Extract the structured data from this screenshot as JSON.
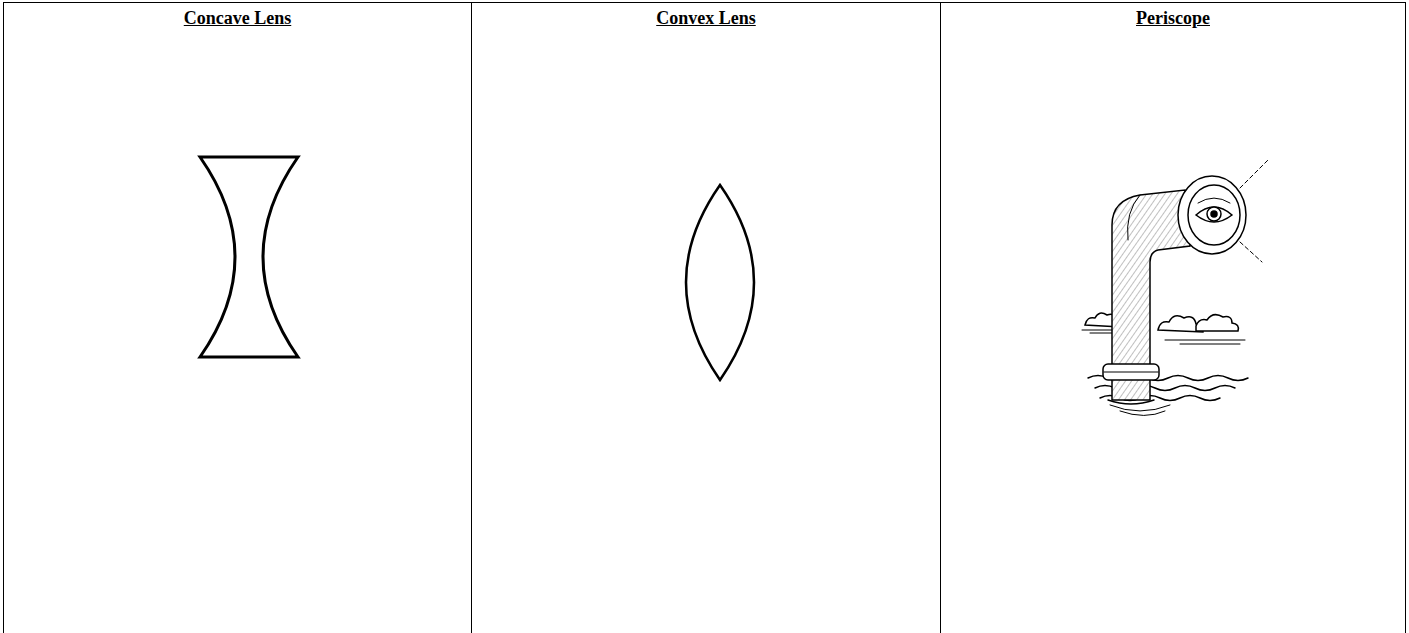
{
  "diagram": {
    "nodes": [
      {
        "text": [
          "Concave Lens"
        ]
      },
      {
        "text": [
          "Convex Lens"
        ]
      },
      {
        "text": [
          "Periscope"
        ]
      }
    ]
  }
}
